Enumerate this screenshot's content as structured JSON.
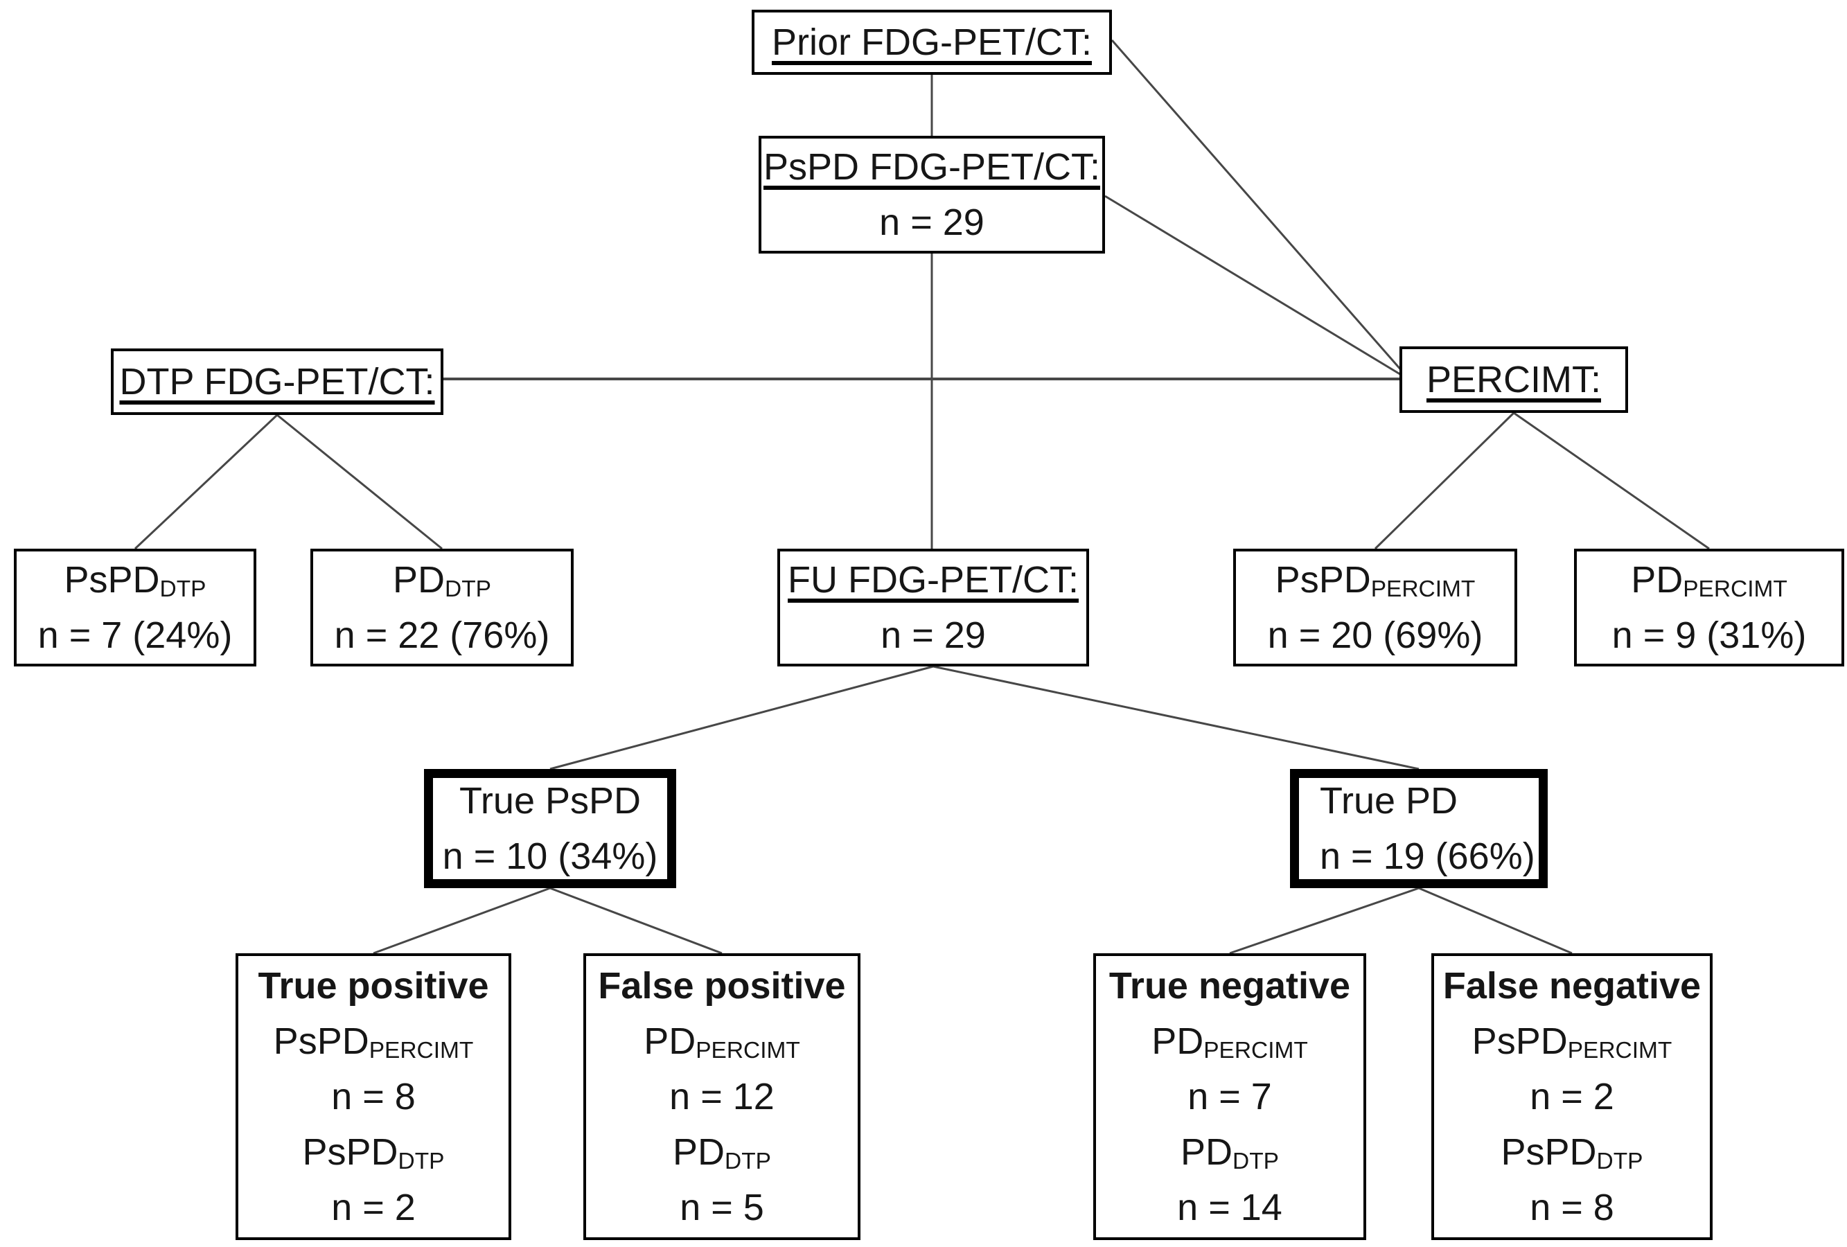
{
  "diagram": {
    "colors": {
      "background": "#ffffff",
      "box_border": "#000000",
      "connector": "#474747",
      "text": "#161616"
    },
    "nodes": {
      "prior": {
        "title": "Prior FDG-PET/CT:"
      },
      "pspd_fdg": {
        "title": "PsPD FDG-PET/CT:",
        "count": "n = 29"
      },
      "dtp": {
        "title": "DTP FDG-PET/CT:"
      },
      "percimt": {
        "title": "PERCIMT:"
      },
      "pspd_dtp": {
        "label": "PsPD",
        "sub": "DTP",
        "count": "n = 7 (24%)"
      },
      "pd_dtp": {
        "label": "PD",
        "sub": "DTP",
        "count": "n = 22 (76%)"
      },
      "fu": {
        "title": "FU FDG-PET/CT:",
        "count": "n = 29"
      },
      "pspd_percimt": {
        "label": "PsPD",
        "sub": "PERCIMT",
        "count": "n = 20 (69%)"
      },
      "pd_percimt": {
        "label": "PD",
        "sub": "PERCIMT",
        "count": "n = 9 (31%)"
      },
      "true_pspd": {
        "title": "True PsPD",
        "count": "n = 10 (34%)"
      },
      "true_pd": {
        "title": "True PD",
        "count": "n = 19 (66%)"
      },
      "true_positive": {
        "header": "True positive",
        "label1": "PsPD",
        "sub1": "PERCIMT",
        "count1": "n = 8",
        "label2": "PsPD",
        "sub2": "DTP",
        "count2": "n = 2"
      },
      "false_positive": {
        "header": "False positive",
        "label1": "PD",
        "sub1": "PERCIMT",
        "count1": "n = 12",
        "label2": "PD",
        "sub2": "DTP",
        "count2": "n = 5"
      },
      "true_negative": {
        "header": "True negative",
        "label1": "PD",
        "sub1": "PERCIMT",
        "count1": "n = 7",
        "label2": "PD",
        "sub2": "DTP",
        "count2": "n = 14"
      },
      "false_negative": {
        "header": "False negative",
        "label1": "PsPD",
        "sub1": "PERCIMT",
        "count1": "n = 2",
        "label2": "PsPD",
        "sub2": "DTP",
        "count2": "n = 8"
      }
    }
  }
}
